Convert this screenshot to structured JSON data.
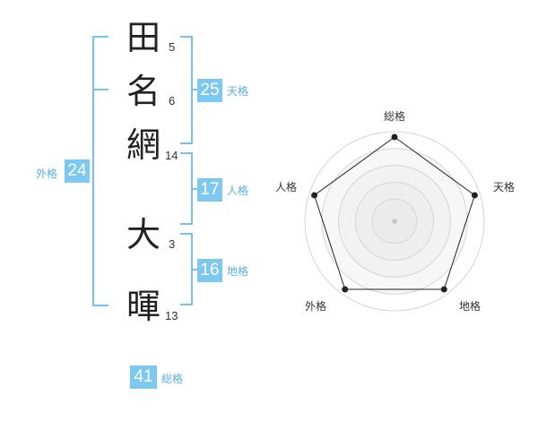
{
  "name": {
    "chars": [
      {
        "char": "田",
        "strokes": "5"
      },
      {
        "char": "名",
        "strokes": "6"
      },
      {
        "char": "網",
        "strokes": "14"
      },
      {
        "char": "大",
        "strokes": "3"
      },
      {
        "char": "暉",
        "strokes": "13"
      }
    ]
  },
  "fortunes": {
    "tenkaku": {
      "value": "25",
      "label": "天格"
    },
    "jinkaku": {
      "value": "17",
      "label": "人格"
    },
    "chikaku": {
      "value": "16",
      "label": "地格"
    },
    "gaikaku": {
      "value": "24",
      "label": "外格"
    },
    "soukaku": {
      "value": "41",
      "label": "総格"
    }
  },
  "chart_data": {
    "type": "radar",
    "axes": [
      "総格",
      "天格",
      "地格",
      "外格",
      "人格"
    ],
    "values": [
      1.0,
      1.0,
      1.0,
      1.0,
      1.0
    ],
    "range": [
      0,
      1
    ],
    "rings": 5
  },
  "colors": {
    "accent": "#7dc8f0",
    "bracket": "#77c1ee",
    "label": "#5aaee0"
  }
}
